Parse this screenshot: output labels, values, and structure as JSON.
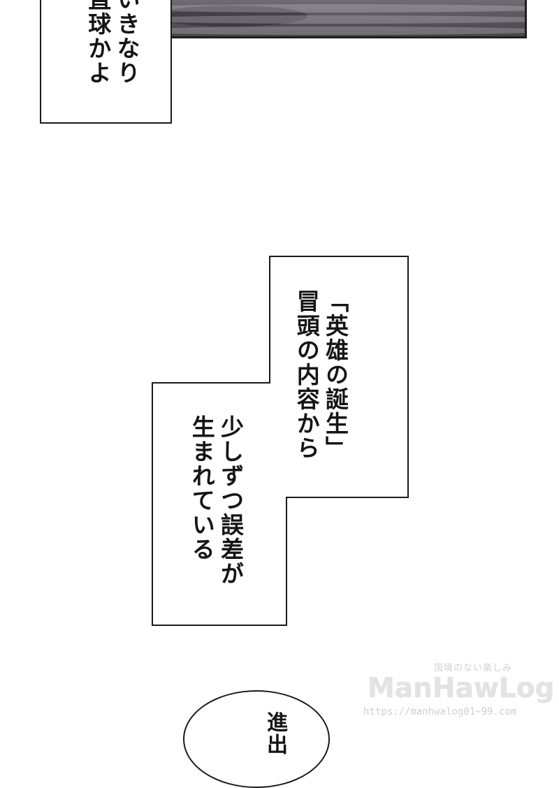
{
  "caption_top": {
    "text": "いきなり\n直球かよ"
  },
  "narration_right": {
    "text": "「英雄の誕生」\n冒頭の内容から"
  },
  "narration_left": {
    "text": "少しずつ誤差が\n生まれている"
  },
  "speech_bubble": {
    "text": "進出"
  },
  "watermark": {
    "tagline": "国境のない楽しみ",
    "logo": "ManHawLog",
    "url": "https://manhwalog01~99.com"
  }
}
